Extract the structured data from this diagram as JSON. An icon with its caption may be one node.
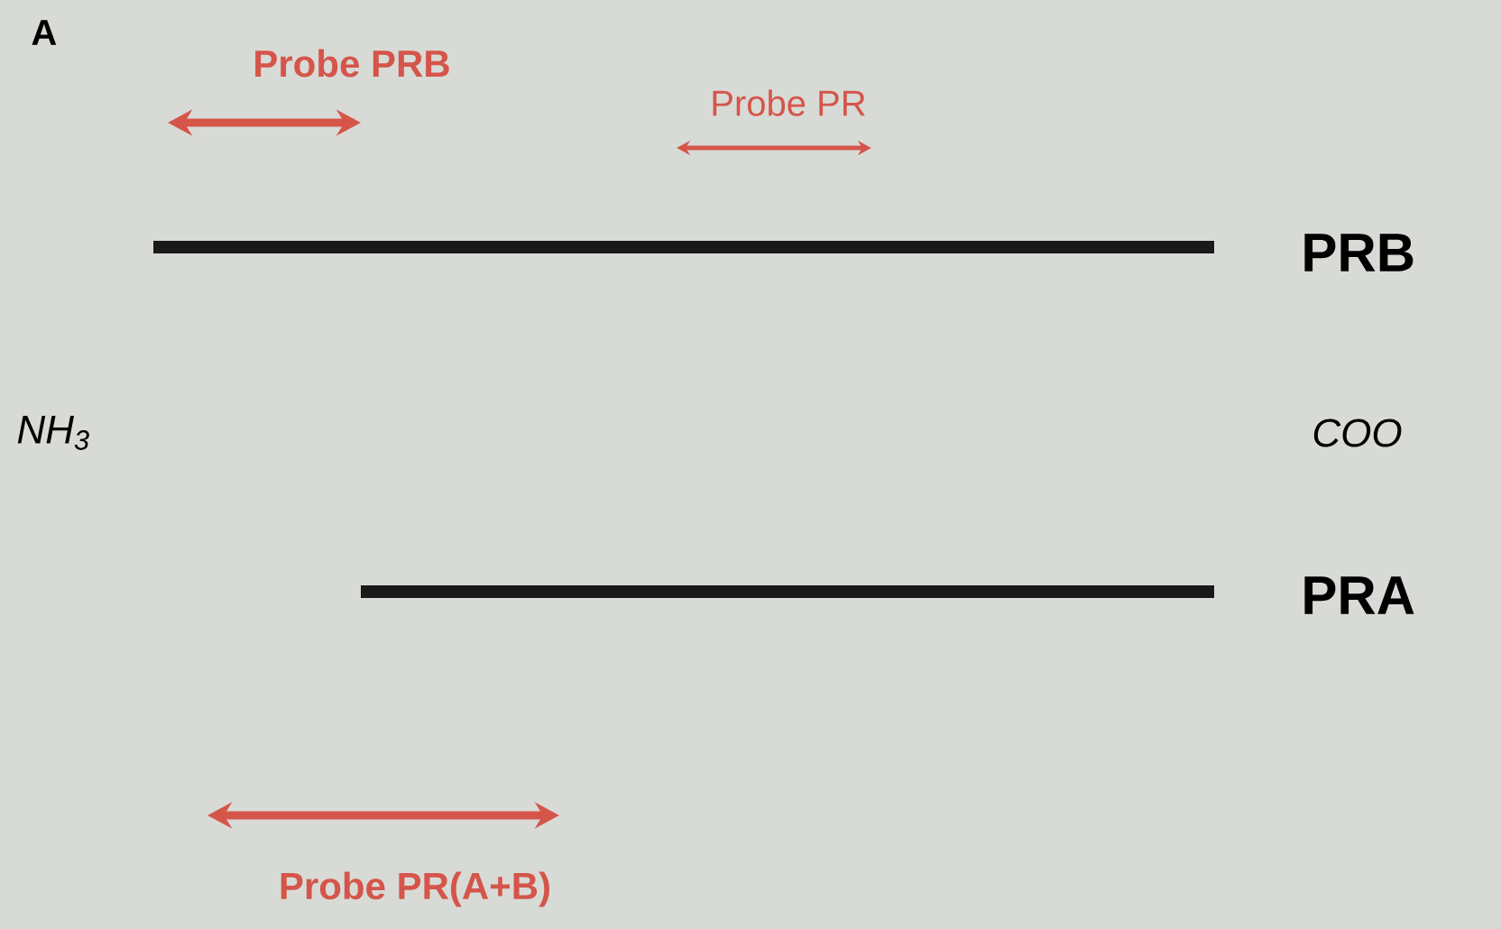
{
  "diagram": {
    "labels": [
      "A",
      "Probe PRB",
      "Probe PR",
      "PRB",
      "NH$_{3}$",
      "COO",
      "PRA",
      "Probe PR(A+B)"
    ]
  }
}
